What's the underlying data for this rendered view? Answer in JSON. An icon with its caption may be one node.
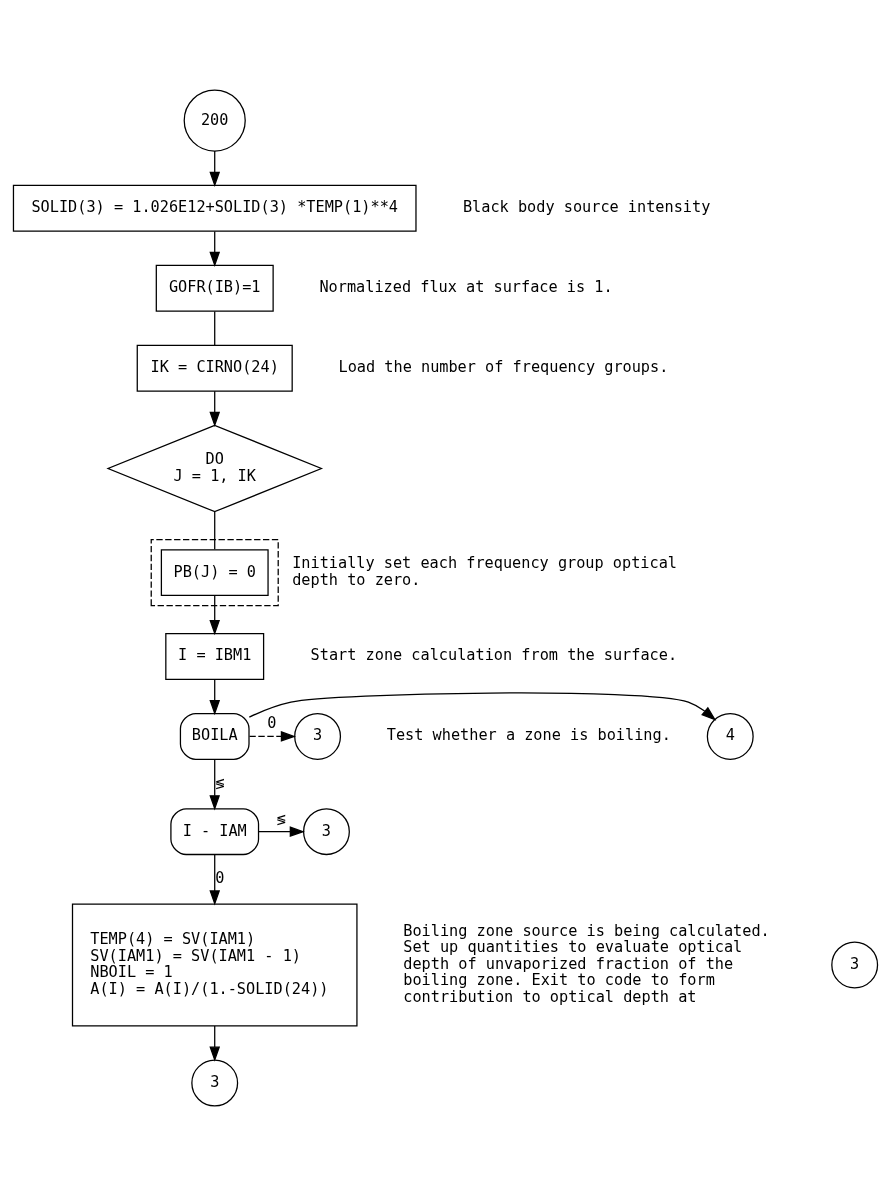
{
  "diagram": {
    "nodes": [
      {
        "text": [
          "200"
        ]
      },
      {
        "text": [
          "SOLID(3) = 1.026E12+SOLID(3) *TEMP(1)**4"
        ],
        "beside": [
          "Black body source intensity"
        ]
      },
      {
        "text": [
          "GOFR(IB)=1"
        ],
        "beside": [
          "Normalized flux at surface is 1."
        ]
      },
      {
        "text": [
          "IK = CIRNO(24)"
        ],
        "beside": [
          "Load the number of frequency groups."
        ]
      },
      {
        "text": [],
        "shape": "box",
        "beside": [
          "Initially set each frequency group optical depth to zero."
        ]
      },
      {
        "text": [
          "DO",
          "J = 1, IK"
        ]
      },
      {
        "text": [
          "PB(J) = 0"
        ],
        "in": 4
      },
      {
        "text": [
          "I = IBM1"
        ],
        "beside": [
          "Start zone calculation from the surface."
        ]
      },
      {
        "text": [
          "BOILA"
        ]
      },
      {
        "text": [
          "4"
        ]
      },
      {
        "text": [
          "3"
        ],
        "beside": [
          "Test whether a zone is boiling."
        ]
      },
      {
        "text": [
          "I - IAM"
        ]
      },
      {
        "text": [
          "3"
        ]
      },
      {
        "text": [
          "TEMP(4) = SV(IAM1)",
          "SV(IAM1) = SV(IAM1 - 1)",
          "NBOIL = 1",
          "A(I) = A(I)/(1.-SOLID(24))"
        ],
        "beside": [
          "Boiling zone source is being calculated. Set up quantities to evaluate optical depth of unvaporized fraction of the boiling zone. Exit to code to form contribution to optical depth at"
        ]
      },
      {
        "text": [
          "3"
        ]
      },
      {
        "text": [
          "3"
        ]
      }
    ],
    "edges": [
      {
        "from": 0,
        "to": 1,
        "arrow": "to"
      },
      {
        "from": 1,
        "to": 2,
        "arrow": "to"
      },
      {
        "from": 2,
        "to": 3,
        "arrow": "none"
      },
      {
        "from": 3,
        "to": 5,
        "arrow": "to"
      },
      {
        "from": 5,
        "to": 6,
        "arrow": "none"
      },
      {
        "from": 6,
        "to": 7,
        "arrow": "to"
      },
      {
        "from": 7,
        "to": 8,
        "arrow": "to"
      },
      {
        "from": 8,
        "to": 9,
        "arrow": "to"
      },
      {
        "from": 8,
        "to": 10,
        "arrow": "to",
        "label": "0",
        "style": "dashed"
      },
      {
        "from": 8,
        "to": 11,
        "arrow": "to",
        "label": "≶"
      },
      {
        "from": 11,
        "to": 12,
        "arrow": "to",
        "label": "≶"
      },
      {
        "from": 11,
        "to": 13,
        "arrow": "to",
        "label": "0"
      },
      {
        "from": 13,
        "to": 15,
        "arrow": "to"
      }
    ]
  }
}
